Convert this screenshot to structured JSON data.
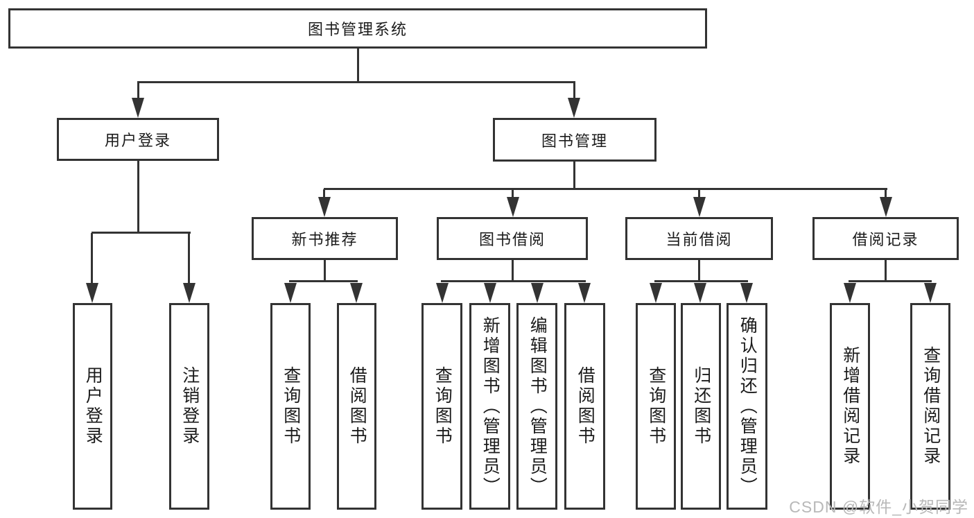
{
  "diagram_title": "图书管理系统",
  "tree": {
    "label": "图书管理系统",
    "children": [
      {
        "label": "用户登录",
        "children": [
          {
            "label": "用户登录"
          },
          {
            "label": "注销登录"
          }
        ]
      },
      {
        "label": "图书管理",
        "children": [
          {
            "label": "新书推荐",
            "children": [
              {
                "label": "查询图书"
              },
              {
                "label": "借阅图书"
              }
            ]
          },
          {
            "label": "图书借阅",
            "children": [
              {
                "label": "查询图书"
              },
              {
                "label": "新增图书（管理员）"
              },
              {
                "label": "编辑图书（管理员）"
              },
              {
                "label": "借阅图书"
              }
            ]
          },
          {
            "label": "当前借阅",
            "children": [
              {
                "label": "查询图书"
              },
              {
                "label": "归还图书"
              },
              {
                "label": "确认归还（管理员）"
              }
            ]
          },
          {
            "label": "借阅记录",
            "children": [
              {
                "label": "新增借阅记录"
              },
              {
                "label": "查询借阅记录"
              }
            ]
          }
        ]
      }
    ]
  },
  "watermark": "CSDN @软件_小贺同学",
  "colors": {
    "line": "#333333",
    "text": "#1b1b1b",
    "background": "#ffffff",
    "watermark": "#b8b8b8"
  }
}
